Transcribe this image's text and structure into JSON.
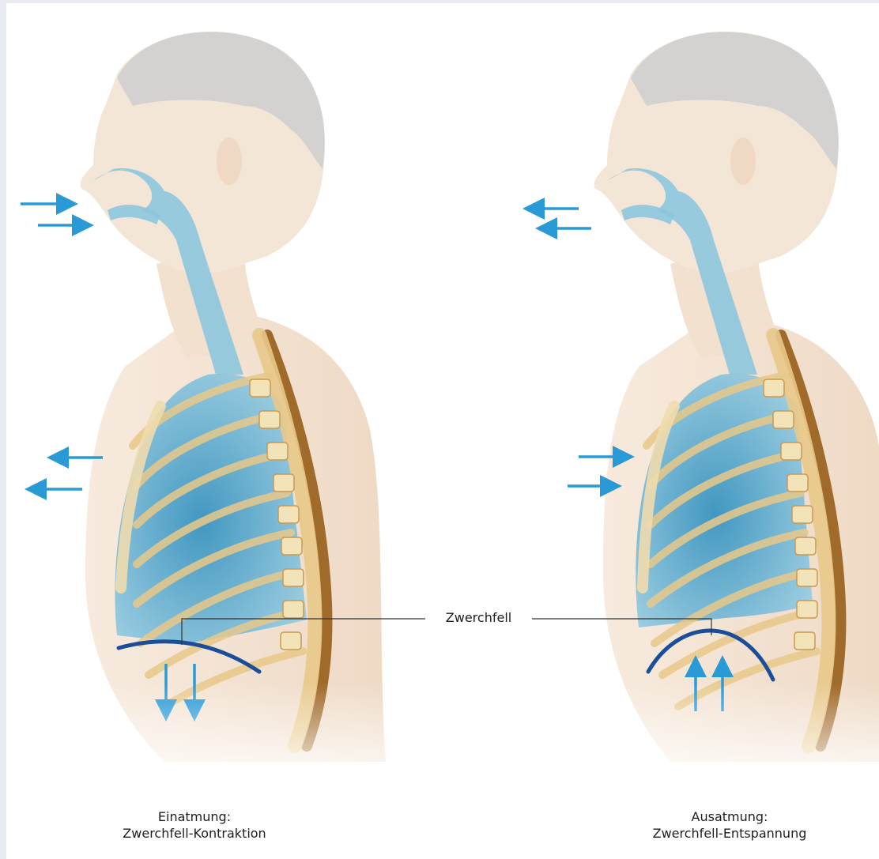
{
  "labels": {
    "diaphragm": "Zwerchfell"
  },
  "panels": [
    {
      "id": "inhalation",
      "caption_line1": "Einatmung:",
      "caption_line2": "Zwerchfell-Kontraktion",
      "airflow": "in",
      "chest_movement": "out",
      "diaphragm_movement": "down"
    },
    {
      "id": "exhalation",
      "caption_line1": "Ausatmung:",
      "caption_line2": "Zwerchfell-Entspannung",
      "airflow": "out",
      "chest_movement": "in",
      "diaphragm_movement": "up"
    }
  ],
  "colors": {
    "airway_blue": "#8cc6dd",
    "lung_blue": "#4aa3c9",
    "arrow_blue": "#2a9ad6",
    "diaphragm_blue": "#1a4e9b",
    "skin": "#f0ddc8",
    "hair": "#cfcfcf",
    "bone": "#e8c98a",
    "spine_dark": "#a06a2a"
  }
}
